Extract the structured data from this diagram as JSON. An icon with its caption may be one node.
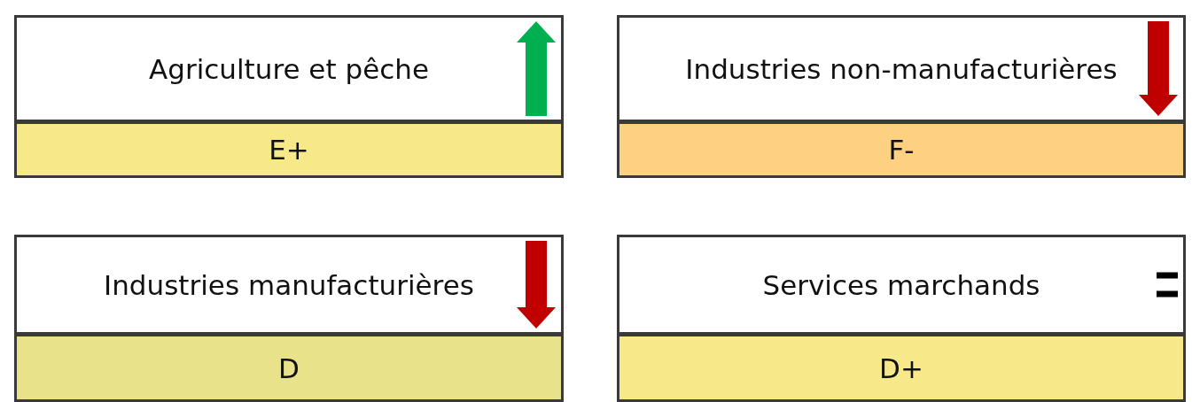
{
  "diagram": {
    "nodes": [
      {
        "text": [
          "Agriculture et pêche"
        ]
      },
      {
        "text": [
          "E+"
        ]
      },
      {
        "text": [
          "Industries non-manufacturières"
        ]
      },
      {
        "text": [
          "F-"
        ]
      },
      {
        "text": [
          "Industries manufacturières"
        ]
      },
      {
        "text": [
          "D"
        ]
      },
      {
        "text": [
          "Services marchands"
        ]
      },
      {
        "text": [
          "D+"
        ]
      }
    ]
  }
}
